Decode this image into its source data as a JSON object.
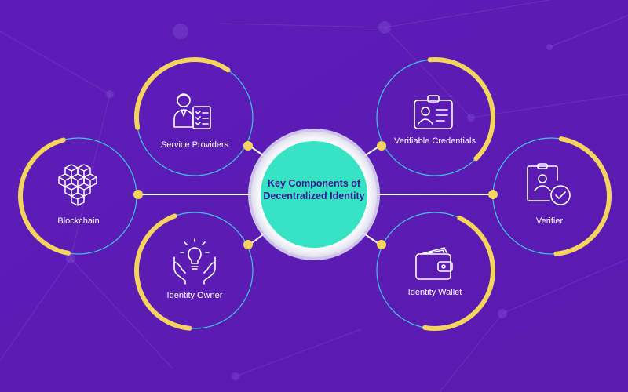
{
  "center": {
    "line1": "Key Components of",
    "line2": "Decentralized Identity"
  },
  "nodes": [
    {
      "id": "service-providers",
      "label": "Service Providers",
      "icon": "person-checklist-icon"
    },
    {
      "id": "verifiable-credentials",
      "label": "Verifiable Credentials",
      "icon": "id-badge-icon"
    },
    {
      "id": "blockchain",
      "label": "Blockchain",
      "icon": "blockchain-cubes-icon"
    },
    {
      "id": "verifier",
      "label": "Verifier",
      "icon": "verified-id-card-icon"
    },
    {
      "id": "identity-owner",
      "label": "Identity Owner",
      "icon": "lightbulb-hands-icon"
    },
    {
      "id": "identity-wallet",
      "label": "Identity Wallet",
      "icon": "wallet-icon"
    }
  ],
  "colors": {
    "background_start": "#6a1fbf",
    "background_end": "#4b1aa8",
    "ring_accent": "#f4d35e",
    "ring_line": "#3ec6e0",
    "center_fill": "#36e3c4",
    "center_text": "#3a1a8f",
    "connector": "#ffffff"
  }
}
